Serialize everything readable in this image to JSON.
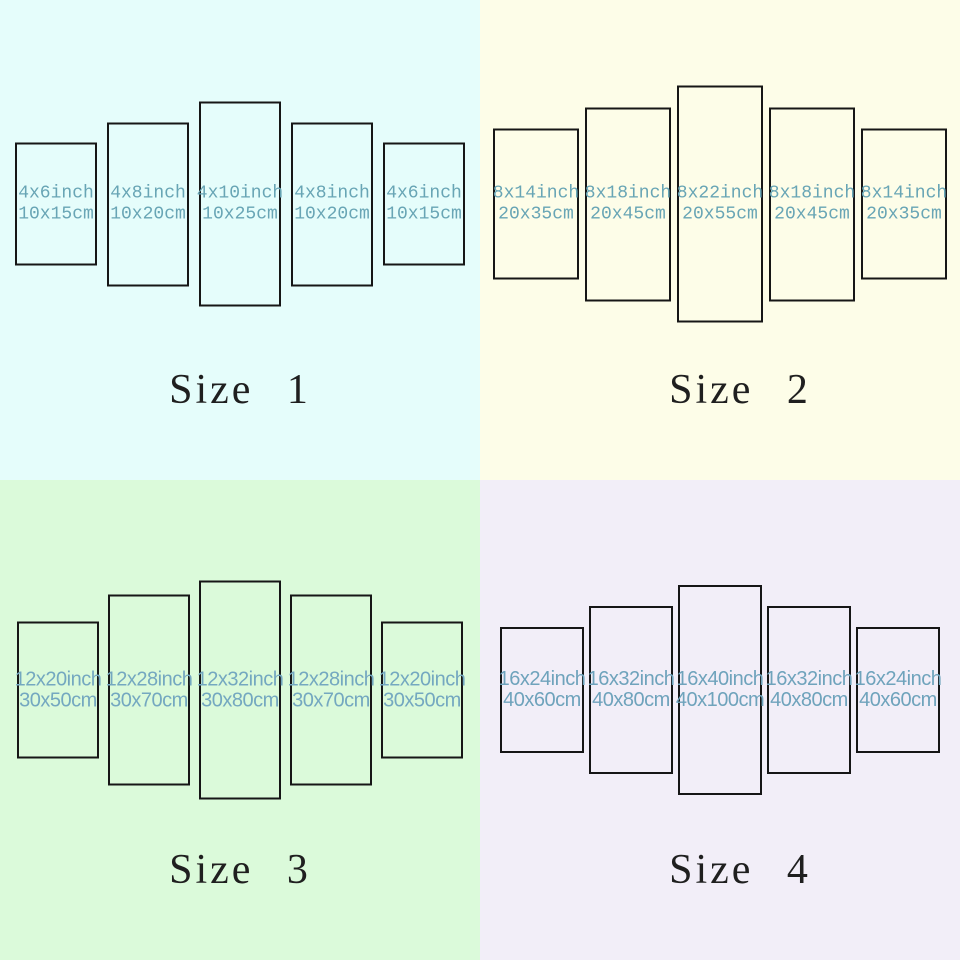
{
  "colors": {
    "panel_border": "#161616",
    "caption_text": "#1f1f1f"
  },
  "quadrants": [
    {
      "caption": "Size 1",
      "background": "#e5fdfb",
      "label_color": "#68a5b5",
      "panels": [
        {
          "inch": "4x6inch",
          "cm": "10x15cm",
          "w_in": 4,
          "h_in": 6
        },
        {
          "inch": "4x8inch",
          "cm": "10x20cm",
          "w_in": 4,
          "h_in": 8
        },
        {
          "inch": "4x10inch",
          "cm": "10x25cm",
          "w_in": 4,
          "h_in": 10
        },
        {
          "inch": "4x8inch",
          "cm": "10x20cm",
          "w_in": 4,
          "h_in": 8
        },
        {
          "inch": "4x6inch",
          "cm": "10x15cm",
          "w_in": 4,
          "h_in": 6
        }
      ]
    },
    {
      "caption": "Size 2",
      "background": "#fdfde8",
      "label_color": "#68a5b5",
      "panels": [
        {
          "inch": "8x14inch",
          "cm": "20x35cm",
          "w_in": 8,
          "h_in": 14
        },
        {
          "inch": "8x18inch",
          "cm": "20x45cm",
          "w_in": 8,
          "h_in": 18
        },
        {
          "inch": "8x22inch",
          "cm": "20x55cm",
          "w_in": 8,
          "h_in": 22
        },
        {
          "inch": "8x18inch",
          "cm": "20x45cm",
          "w_in": 8,
          "h_in": 18
        },
        {
          "inch": "8x14inch",
          "cm": "20x35cm",
          "w_in": 8,
          "h_in": 14
        }
      ]
    },
    {
      "caption": "Size 3",
      "background": "#dbfada",
      "label_color": "#74a8c0",
      "panels": [
        {
          "inch": "12x20inch",
          "cm": "30x50cm",
          "w_in": 12,
          "h_in": 20
        },
        {
          "inch": "12x28inch",
          "cm": "30x70cm",
          "w_in": 12,
          "h_in": 28
        },
        {
          "inch": "12x32inch",
          "cm": "30x80cm",
          "w_in": 12,
          "h_in": 32
        },
        {
          "inch": "12x28inch",
          "cm": "30x70cm",
          "w_in": 12,
          "h_in": 28
        },
        {
          "inch": "12x20inch",
          "cm": "30x50cm",
          "w_in": 12,
          "h_in": 20
        }
      ]
    },
    {
      "caption": "Size 4",
      "background": "#f2eef8",
      "label_color": "#6fa3bc",
      "panels": [
        {
          "inch": "16x24inch",
          "cm": "40x60cm",
          "w_in": 16,
          "h_in": 24
        },
        {
          "inch": "16x32inch",
          "cm": "40x80cm",
          "w_in": 16,
          "h_in": 32
        },
        {
          "inch": "16x40inch",
          "cm": "40x100cm",
          "w_in": 16,
          "h_in": 40
        },
        {
          "inch": "16x32inch",
          "cm": "40x80cm",
          "w_in": 16,
          "h_in": 32
        },
        {
          "inch": "16x24inch",
          "cm": "40x60cm",
          "w_in": 16,
          "h_in": 24
        }
      ]
    }
  ]
}
